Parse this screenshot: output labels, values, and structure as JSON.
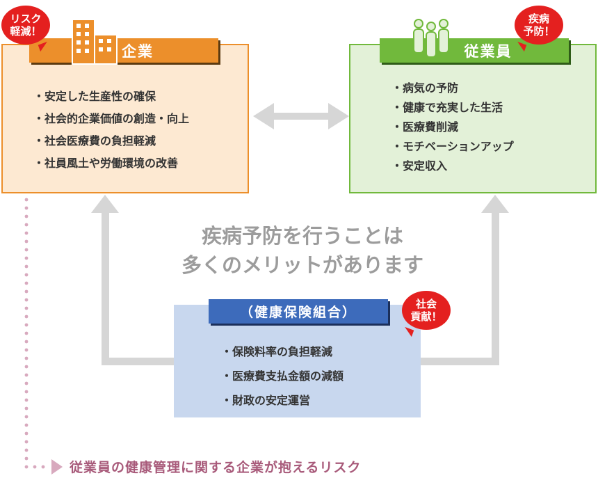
{
  "company": {
    "title": "企業",
    "badge_line1": "リスク",
    "badge_line2": "軽減！",
    "items": [
      "安定した生産性の確保",
      "社会的企業価値の創造・向上",
      "社会医療費の負担軽減",
      "社員風土や労働環境の改善"
    ]
  },
  "employee": {
    "title": "従業員",
    "badge_line1": "疾病",
    "badge_line2": "予防！",
    "items": [
      "病気の予防",
      "健康で充実した生活",
      "医療費削減",
      "モチベーションアップ",
      "安定収入"
    ]
  },
  "message": {
    "line1": "疾病予防を行うことは",
    "line2": "多くのメリットがあります"
  },
  "union": {
    "title": "（健康保険組合）",
    "badge_line1": "社会",
    "badge_line2": "貢献！",
    "items": [
      "保険料率の負担軽減",
      "医療費支払金額の減額",
      "財政の安定運営"
    ]
  },
  "footer": {
    "text": "従業員の健康管理に関する企業が抱えるリスク"
  },
  "colors": {
    "company": "#ec8f2b",
    "employee": "#71b93c",
    "union": "#3d6bbb",
    "badge": "#e4201f",
    "arrow": "#d6d6d6",
    "footer": "#a85a7a"
  }
}
